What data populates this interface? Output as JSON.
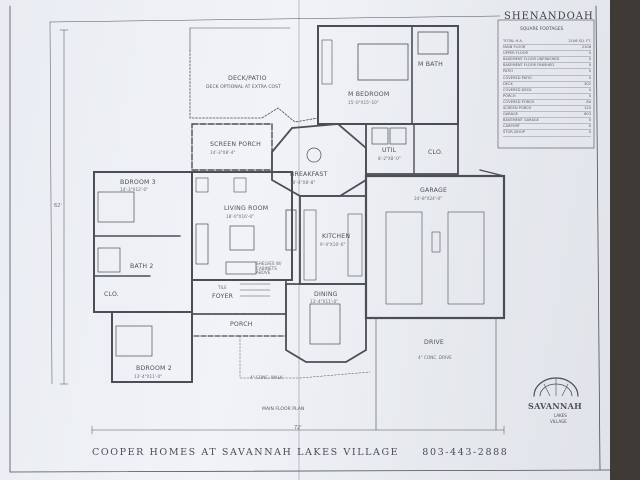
{
  "plan_name": "SHENANDOAH",
  "sqft": {
    "heading": "SQUARE FOOTAGES",
    "rows": [
      {
        "label": "TOTAL H.A.",
        "value": "2106 SQ. FT."
      },
      {
        "label": "MAIN FLOOR",
        "value": "2106"
      },
      {
        "label": "UPPER FLOOR",
        "value": "0"
      },
      {
        "label": "BASEMENT FLOOR UNFINISHED",
        "value": "0"
      },
      {
        "label": "BASEMENT FLOOR FINISHED",
        "value": "0"
      },
      {
        "label": "PATIO",
        "value": "0"
      },
      {
        "label": "COVERED PATIO",
        "value": "0"
      },
      {
        "label": "DECK",
        "value": "302"
      },
      {
        "label": "COVERED DECK",
        "value": "0"
      },
      {
        "label": "PORCH",
        "value": "0"
      },
      {
        "label": "COVERED PORCH",
        "value": "84"
      },
      {
        "label": "SCREEN PORCH",
        "value": "120"
      },
      {
        "label": "GARAGE",
        "value": "603"
      },
      {
        "label": "BASEMENT GARAGE",
        "value": "0"
      },
      {
        "label": "CARPORT",
        "value": "0"
      },
      {
        "label": "STOR./SHOP",
        "value": "0"
      }
    ]
  },
  "rooms": {
    "deck": {
      "name": "DECK/PATIO",
      "note": "DECK OPTIONAL AT EXTRA COST"
    },
    "m_bedroom": {
      "name": "M BEDROOM",
      "dims": "15'-0\"X15'-10\""
    },
    "m_bath": {
      "name": "M BATH"
    },
    "screen_porch": {
      "name": "SCREEN PORCH",
      "dims": "14'-3\"X8'-4\""
    },
    "breakfast": {
      "name": "BREAKFAST",
      "dims": "10'-4\"X8'-8\""
    },
    "util": {
      "name": "UTIL",
      "dims": "8'-2\"X8'-0\""
    },
    "clo_master": {
      "name": "CLO."
    },
    "bedroom3": {
      "name": "BDROOM 3",
      "dims": "14'-3\"X12'-0\""
    },
    "living": {
      "name": "LIVING ROOM",
      "dims": "18'-0\"X16'-0\""
    },
    "garage": {
      "name": "GARAGE",
      "dims": "24'-8\"X24'-0\""
    },
    "kitchen": {
      "name": "KITCHEN",
      "dims": "9'-4\"X10'-0\""
    },
    "shelves": {
      "name": "SHELVES W/ CABINETS ABOVE"
    },
    "bath2": {
      "name": "BATH 2"
    },
    "clo_bed": {
      "name": "CLO."
    },
    "tile": {
      "name": "TILE"
    },
    "foyer": {
      "name": "FOYER"
    },
    "dining": {
      "name": "DINING",
      "dims": "13'-4\"X11'-0\""
    },
    "porch": {
      "name": "PORCH"
    },
    "bedroom2": {
      "name": "BDROOM 2",
      "dims": "13'-4\"X11'-0\""
    },
    "drive": {
      "name": "DRIVE"
    },
    "conc_drive": {
      "name": "4\" CONC. DRIVE"
    },
    "conc_walk": {
      "name": "4\" CONC. WALK"
    }
  },
  "overall_width": "72'",
  "overall_depth": "62'",
  "plan_label": "MAIN FLOOR PLAN",
  "footer": "COOPER HOMES AT SAVANNAH LAKES VILLAGE     803-443-2888",
  "logo": {
    "name": "SAVANNAH",
    "sub1": "LAKES",
    "sub2": "VILLAGE"
  },
  "colors": {
    "line": "#4b4e55",
    "paper": "#eceef3"
  }
}
